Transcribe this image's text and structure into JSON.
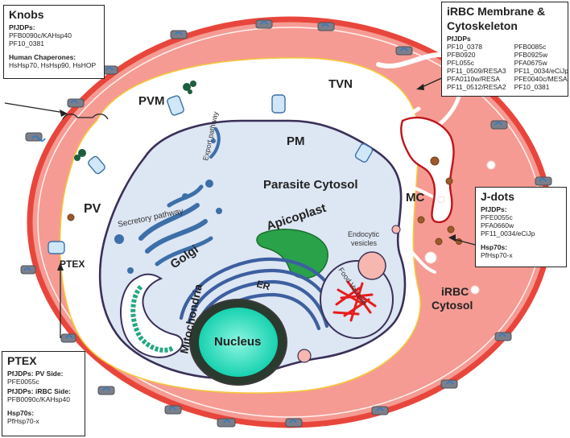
{
  "labels": {
    "pvm": "PVM",
    "tvn": "TVN",
    "pm": "PM",
    "pv": "PV",
    "parasite_cytosol": "Parasite Cytosol",
    "export_pathway": "Export pathway",
    "secretory_pathway": "Secretory pathway",
    "golgi": "Golgi",
    "apicoplast": "Apicoplast",
    "endocytic_vesicles_1": "Endocytic",
    "endocytic_vesicles_2": "vesicles",
    "food_vacuole": "Food Vacuole",
    "mitochondria": "Mitochondria",
    "er": "ER",
    "nucleus": "Nucleus",
    "mc": "MC",
    "irbc_cytosol_1": "iRBC",
    "irbc_cytosol_2": "Cytosol",
    "ptex": "PTEX"
  },
  "knobs_box": {
    "title": "Knobs",
    "pfjdps_heading": "PfJDPs:",
    "pfjdps": [
      "PFB0090c/KAHsp40",
      "PF10_0381"
    ],
    "chaperones_heading": "Human Chaperones:",
    "chaperones": [
      "HsHsp70, HsHsp90, HsHOP"
    ]
  },
  "irbc_box": {
    "title_1": "iRBC Membrane &",
    "title_2": "Cytoskeleton",
    "pfjdps_heading": "PfJDPs",
    "col1": [
      "PF10_0378",
      "PFB0920",
      "PFL055c",
      "PF11_0509/RESA3",
      "PFA0110w/RESA",
      "PF11_0512/RESA2"
    ],
    "col2": [
      "PFB0085c",
      "PFB0925w",
      "PFA0675w",
      "PF11_0034/eCiJp",
      "PFE0040c/MESA",
      "PF10_0381"
    ]
  },
  "jdots_box": {
    "title": "J-dots",
    "pfjdps_heading": "PfJDPs:",
    "pfjdps": [
      "PFE0055c",
      "PFA0660w",
      "PF11_0034/eCiJp"
    ],
    "hsp70_heading": "Hsp70s:",
    "hsp70": [
      "PfHsp70-x"
    ]
  },
  "ptex_box": {
    "title": "PTEX",
    "pv_side_heading": "PfJDPs: PV Side:",
    "pv_side": [
      "PFE0055c"
    ],
    "irbc_side_heading": "PfJDPs: iRBC Side:",
    "irbc_side": [
      "PFB0090c/KAHsp40"
    ],
    "hsp70_heading": "Hsp70s:",
    "hsp70": [
      "PfHsp70-x"
    ]
  },
  "colors": {
    "rbc_fill": "#f59b93",
    "rbc_edge": "#e8463c",
    "cytosol": "#dde6f3",
    "membrane": "#3a3058",
    "nucleus": "#1fd9b8",
    "apicoplast": "#2aa24a",
    "mitochondria": "#25a882",
    "blue_org": "#3d6fa8",
    "knob": "#7b7f8a",
    "red": "#e81c1c"
  }
}
